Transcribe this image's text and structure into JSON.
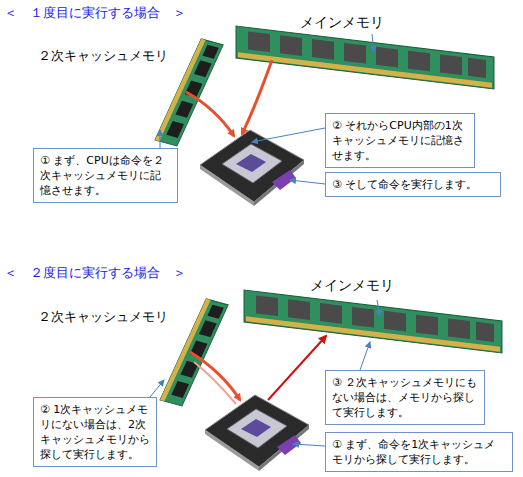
{
  "diagram": {
    "nodes": [
      {
        "text": [
          "① まず、CPUは命令を２次キャッシュメモリに記憶させます。"
        ]
      },
      {
        "text": [
          "② それからCPU内部の1次キャッシュメモリに記憶させます。"
        ]
      },
      {
        "text": [
          "③ そして命令を実行します。"
        ]
      },
      {
        "text": [
          "② 1次キャッシュメモリにない場合は、2次キャッシュメモリから探して実行します。"
        ]
      },
      {
        "text": [
          "③ ２次キャッシュメモリにもない場合は、メモリから探して実行します。"
        ]
      },
      {
        "text": [
          "① まず、命令を1次キャッシュメモリから探して実行します。"
        ]
      }
    ],
    "labels": [
      "＜　１度目に実行する場合　＞",
      "２次キャッシュメモリ",
      "メインメモリ",
      "＜　２度目に実行する場合　＞",
      "メインメモリ",
      "２次キャッシュメモリ"
    ]
  }
}
